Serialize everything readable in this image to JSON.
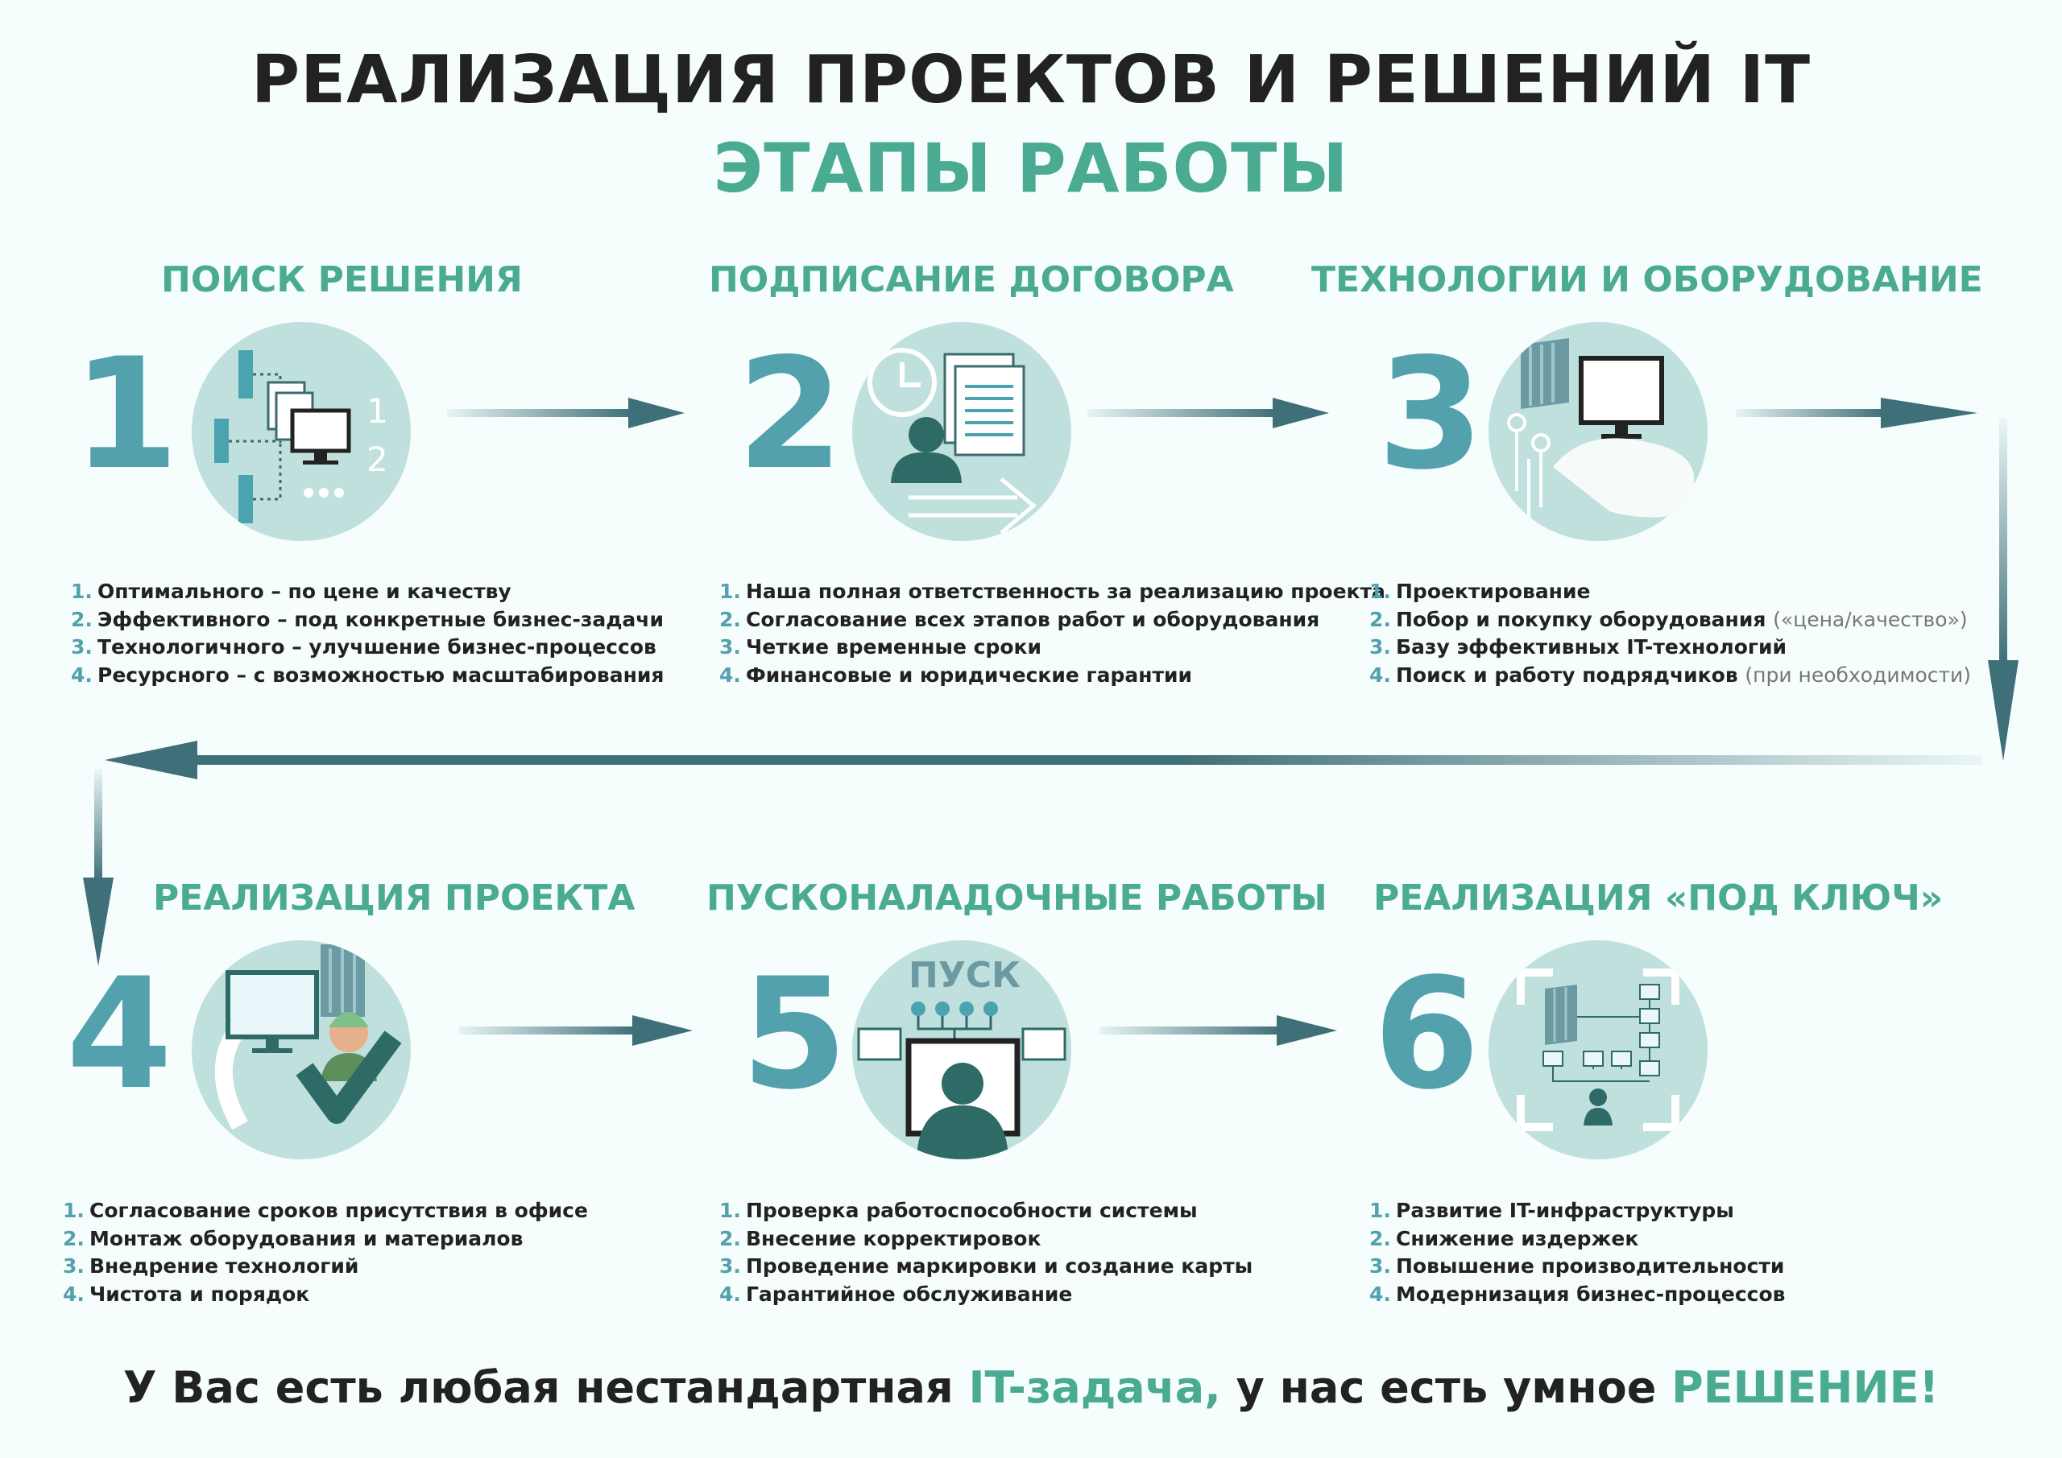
{
  "header": {
    "title": "РЕАЛИЗАЦИЯ ПРОЕКТОВ И РЕШЕНИЙ IT",
    "subtitle": "ЭТАПЫ РАБОТЫ"
  },
  "stages": [
    {
      "number": "1",
      "title": "ПОИСК РЕШЕНИЯ",
      "icon": "search-solution-icon",
      "items": [
        {
          "n": "1.",
          "text": "Оптимального – по цене и качеству",
          "extra": ""
        },
        {
          "n": "2.",
          "text": "Эффективного – под конкретные бизнес-задачи",
          "extra": ""
        },
        {
          "n": "3.",
          "text": "Технологичного – улучшение бизнес-процессов",
          "extra": ""
        },
        {
          "n": "4.",
          "text": "Ресурсного – с возможностью масштабирования",
          "extra": ""
        }
      ]
    },
    {
      "number": "2",
      "title": "ПОДПИСАНИЕ ДОГОВОРА",
      "icon": "contract-icon",
      "items": [
        {
          "n": "1.",
          "text": "Наша полная ответственность за реализацию проекта",
          "extra": ""
        },
        {
          "n": "2.",
          "text": "Согласование всех этапов работ и оборудования",
          "extra": ""
        },
        {
          "n": "3.",
          "text": "Четкие временные сроки",
          "extra": ""
        },
        {
          "n": "4.",
          "text": "Финансовые и юридические гарантии",
          "extra": ""
        }
      ]
    },
    {
      "number": "3",
      "title": "ТЕХНОЛОГИИ И ОБОРУДОВАНИЕ",
      "icon": "technology-equipment-icon",
      "items": [
        {
          "n": "1.",
          "text": "Проектирование",
          "extra": ""
        },
        {
          "n": "2.",
          "text": "Побор и покупку оборудования",
          "extra": "(«цена/качество»)"
        },
        {
          "n": "3.",
          "text": "Базу эффективных IT-технологий",
          "extra": ""
        },
        {
          "n": "4.",
          "text": "Поиск и работу подрядчиков",
          "extra": "(при необходимости)"
        }
      ]
    },
    {
      "number": "4",
      "title": "РЕАЛИЗАЦИЯ ПРОЕКТА",
      "icon": "project-implementation-icon",
      "items": [
        {
          "n": "1.",
          "text": "Согласование сроков присутствия в офисе",
          "extra": ""
        },
        {
          "n": "2.",
          "text": "Монтаж оборудования и материалов",
          "extra": ""
        },
        {
          "n": "3.",
          "text": "Внедрение технологий",
          "extra": ""
        },
        {
          "n": "4.",
          "text": "Чистота и порядок",
          "extra": ""
        }
      ]
    },
    {
      "number": "5",
      "title": "ПУСКОНАЛАДОЧНЫЕ РАБОТЫ",
      "icon": "commissioning-icon",
      "icon_label": "ПУСК",
      "items": [
        {
          "n": "1.",
          "text": "Проверка работоспособности системы",
          "extra": ""
        },
        {
          "n": "2.",
          "text": "Внесение корректировок",
          "extra": ""
        },
        {
          "n": "3.",
          "text": "Проведение маркировки и создание карты",
          "extra": ""
        },
        {
          "n": "4.",
          "text": "Гарантийное обслуживание",
          "extra": ""
        }
      ]
    },
    {
      "number": "6",
      "title": "РЕАЛИЗАЦИЯ «ПОД КЛЮЧ»",
      "icon": "turnkey-icon",
      "items": [
        {
          "n": "1.",
          "text": "Развитие IT-инфраструктуры",
          "extra": ""
        },
        {
          "n": "2.",
          "text": "Снижение издержек",
          "extra": ""
        },
        {
          "n": "3.",
          "text": "Повышение производительности",
          "extra": ""
        },
        {
          "n": "4.",
          "text": "Модернизация бизнес-процессов",
          "extra": ""
        }
      ]
    }
  ],
  "slogan": {
    "part1": "У Вас есть любая нестандартная ",
    "accent1": "IT-задача,",
    "part2": " у нас есть умное ",
    "accent2": "РЕШЕНИЕ!"
  },
  "colors": {
    "accent_green": "#4aab92",
    "number_teal": "#53a1ad",
    "arrow": "#3f6f78",
    "circle_bg": "#bfe0dc",
    "icon_dark": "#2e6b66"
  }
}
